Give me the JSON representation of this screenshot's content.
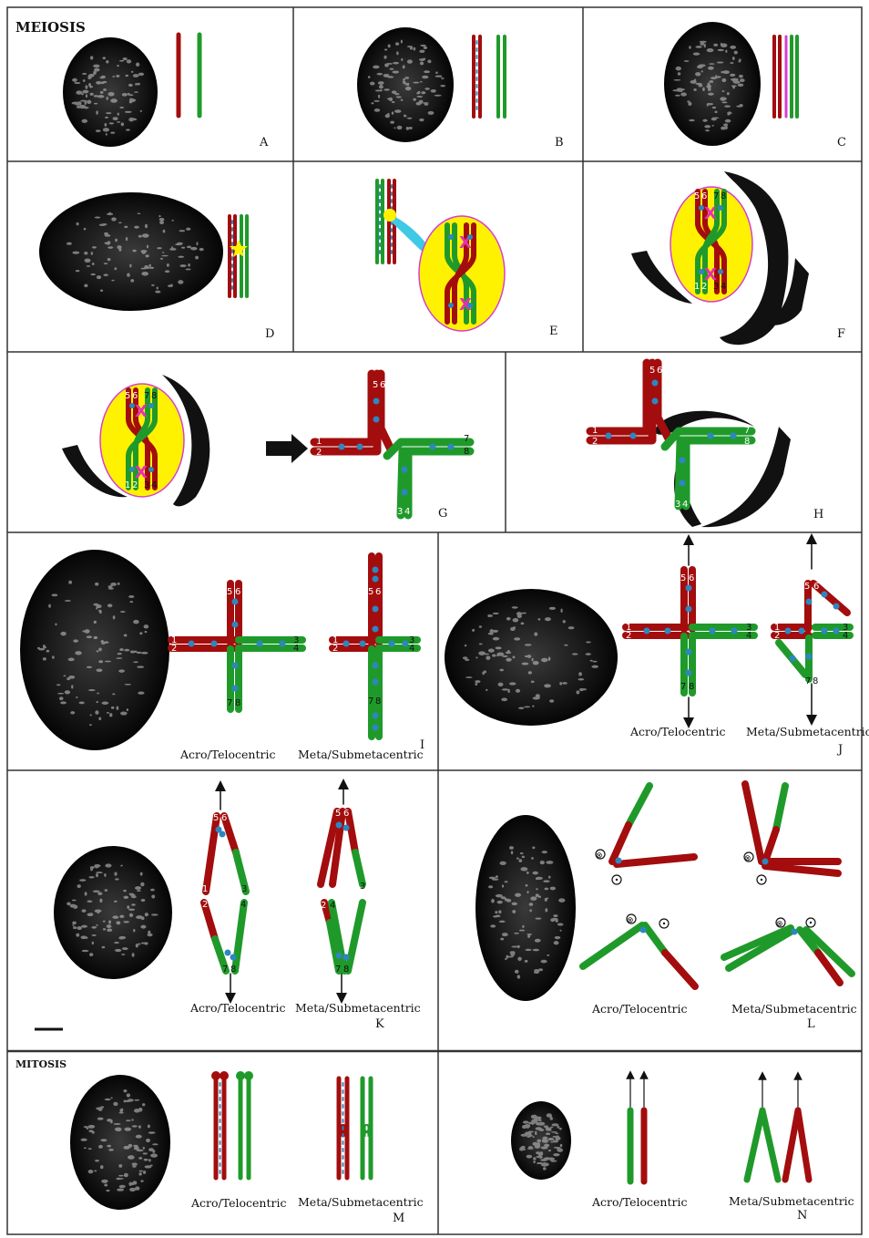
{
  "headers": {
    "meiosis": "MEIOSIS",
    "mitosis": "MITOSIS"
  },
  "panels": {
    "A": "A",
    "B": "B",
    "C": "C",
    "D": "D",
    "E": "E",
    "F": "F",
    "G": "G",
    "H": "H",
    "I": "I",
    "J": "J",
    "K": "K",
    "L": "L",
    "M": "M",
    "N": "N"
  },
  "captions": {
    "acro": "Acro/Telocentric",
    "meta": "Meta/Submetacentric"
  },
  "chromatid_numbers": [
    "1",
    "2",
    "3",
    "4",
    "5",
    "6",
    "7",
    "8"
  ],
  "colors": {
    "red_chromosome": "#a30d0d",
    "green_chromosome": "#1f9a2a",
    "centromere_blue": "#2e86c1",
    "chiasma_magenta": "#e62fb4",
    "nucleus_yellow": "#fff200",
    "nucleus_outline": "#d63fd0",
    "cyan_pointer": "#3ec9e6",
    "photo_dark": "#141414",
    "border": "#333333"
  }
}
